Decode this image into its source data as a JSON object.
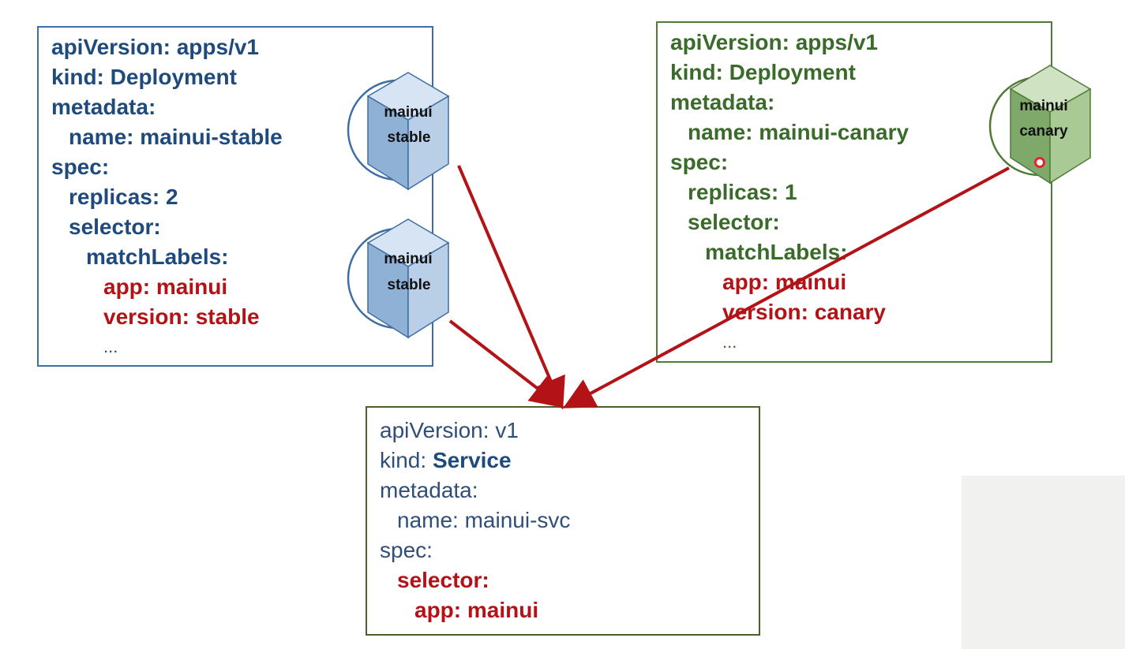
{
  "stable_deployment": {
    "lines": [
      {
        "indent": 0,
        "text": "apiVersion: apps/v1"
      },
      {
        "indent": 0,
        "text": "kind: Deployment"
      },
      {
        "indent": 0,
        "text": "metadata:"
      },
      {
        "indent": 1,
        "text": "name: mainui-stable"
      },
      {
        "indent": 0,
        "text": "spec:"
      },
      {
        "indent": 1,
        "text": "replicas: 2"
      },
      {
        "indent": 1,
        "text": "selector:"
      },
      {
        "indent": 2,
        "text": "matchLabels:"
      },
      {
        "indent": 3,
        "text": "app: mainui"
      },
      {
        "indent": 3,
        "text": "version: stable"
      },
      {
        "indent": 3,
        "text": "..."
      }
    ]
  },
  "canary_deployment": {
    "lines": [
      {
        "indent": 0,
        "text": "apiVersion: apps/v1"
      },
      {
        "indent": 0,
        "text": "kind: Deployment"
      },
      {
        "indent": 0,
        "text": "metadata:"
      },
      {
        "indent": 1,
        "text": "name: mainui-canary"
      },
      {
        "indent": 0,
        "text": "spec:"
      },
      {
        "indent": 1,
        "text": "replicas: 1"
      },
      {
        "indent": 1,
        "text": "selector:"
      },
      {
        "indent": 2,
        "text": "matchLabels:"
      },
      {
        "indent": 3,
        "text": "app: mainui"
      },
      {
        "indent": 3,
        "text": "version: canary"
      },
      {
        "indent": 3,
        "text": "..."
      }
    ]
  },
  "service": {
    "lines": [
      {
        "indent": 0,
        "text": "apiVersion: v1"
      },
      {
        "indent": 0,
        "prefix": "kind: ",
        "text": "Service"
      },
      {
        "indent": 0,
        "text": "metadata:"
      },
      {
        "indent": 1,
        "text": "name: mainui-svc"
      },
      {
        "indent": 0,
        "text": "spec:"
      },
      {
        "indent": 1,
        "text": "selector:"
      },
      {
        "indent": 2,
        "text": "app: mainui"
      }
    ]
  },
  "pods": [
    {
      "id": "stable-1",
      "line1": "mainui",
      "line2": "stable",
      "theme": "blue"
    },
    {
      "id": "stable-2",
      "line1": "mainui",
      "line2": "stable",
      "theme": "blue"
    },
    {
      "id": "canary-1",
      "line1": "mainui",
      "line2": "canary",
      "theme": "green"
    }
  ],
  "colors": {
    "blue_text": "#1f4a7c",
    "green_text": "#3a6b2a",
    "label_red": "#b31217",
    "arrow": "#b31217",
    "blue_border": "#3f6ea3",
    "green_border": "#4f7a3a"
  }
}
